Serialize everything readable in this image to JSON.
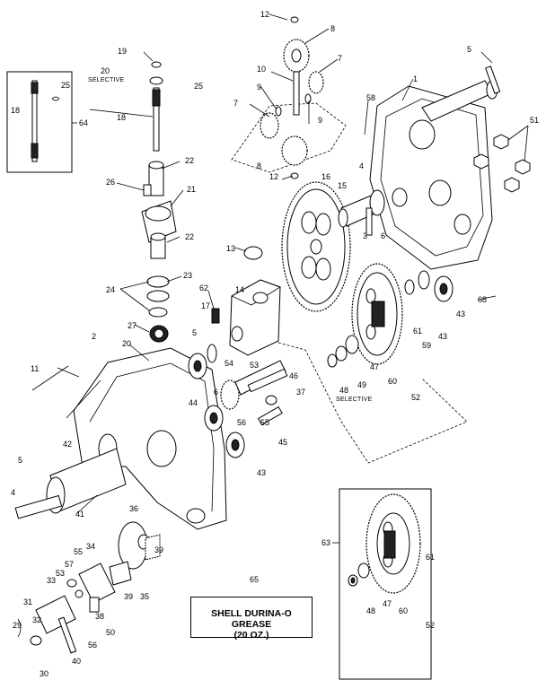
{
  "grease_note": {
    "callout": "65",
    "line1": "SHELL DURINA-O GREASE",
    "line2": "(20 OZ.)"
  },
  "selective_text": "SELECTIVE",
  "callouts": [
    {
      "id": "c-12a",
      "text": "12"
    },
    {
      "id": "c-8a",
      "text": "8"
    },
    {
      "id": "c-19",
      "text": "19"
    },
    {
      "id": "c-20",
      "text": "20"
    },
    {
      "id": "c-10",
      "text": "10"
    },
    {
      "id": "c-7a",
      "text": "7"
    },
    {
      "id": "c-5a",
      "text": "5"
    },
    {
      "id": "c-25a",
      "text": "25"
    },
    {
      "id": "c-25b",
      "text": "25"
    },
    {
      "id": "c-9a",
      "text": "9"
    },
    {
      "id": "c-9b",
      "text": "9"
    },
    {
      "id": "c-1",
      "text": "1"
    },
    {
      "id": "c-7b",
      "text": "7"
    },
    {
      "id": "c-58",
      "text": "58"
    },
    {
      "id": "c-18a",
      "text": "18"
    },
    {
      "id": "c-18b",
      "text": "18"
    },
    {
      "id": "c-64",
      "text": "64"
    },
    {
      "id": "c-51",
      "text": "51"
    },
    {
      "id": "c-8b",
      "text": "8"
    },
    {
      "id": "c-22a",
      "text": "22"
    },
    {
      "id": "c-4a",
      "text": "4"
    },
    {
      "id": "c-12b",
      "text": "12"
    },
    {
      "id": "c-16",
      "text": "16"
    },
    {
      "id": "c-26",
      "text": "26"
    },
    {
      "id": "c-15",
      "text": "15"
    },
    {
      "id": "c-21",
      "text": "21"
    },
    {
      "id": "c-22b",
      "text": "22"
    },
    {
      "id": "c-3",
      "text": "3"
    },
    {
      "id": "c-6a",
      "text": "6"
    },
    {
      "id": "c-13",
      "text": "13"
    },
    {
      "id": "c-23",
      "text": "23"
    },
    {
      "id": "c-68",
      "text": "68"
    },
    {
      "id": "c-24",
      "text": "24"
    },
    {
      "id": "c-62",
      "text": "62"
    },
    {
      "id": "c-14",
      "text": "14"
    },
    {
      "id": "c-43a",
      "text": "43"
    },
    {
      "id": "c-17",
      "text": "17"
    },
    {
      "id": "c-61a",
      "text": "61"
    },
    {
      "id": "c-43b",
      "text": "43"
    },
    {
      "id": "c-27",
      "text": "27"
    },
    {
      "id": "c-2",
      "text": "2"
    },
    {
      "id": "c-59",
      "text": "59"
    },
    {
      "id": "c-5b",
      "text": "5"
    },
    {
      "id": "c-20b",
      "text": "20"
    },
    {
      "id": "c-11",
      "text": "11"
    },
    {
      "id": "c-54",
      "text": "54"
    },
    {
      "id": "c-53",
      "text": "53"
    },
    {
      "id": "c-46",
      "text": "46"
    },
    {
      "id": "c-6b",
      "text": "6"
    },
    {
      "id": "c-47a",
      "text": "47"
    },
    {
      "id": "c-60a",
      "text": "60"
    },
    {
      "id": "c-52a",
      "text": "52"
    },
    {
      "id": "c-37",
      "text": "37"
    },
    {
      "id": "c-48a",
      "text": "48"
    },
    {
      "id": "c-49",
      "text": "49"
    },
    {
      "id": "c-44",
      "text": "44"
    },
    {
      "id": "c-56a",
      "text": "56"
    },
    {
      "id": "c-55a",
      "text": "55"
    },
    {
      "id": "c-42",
      "text": "42"
    },
    {
      "id": "c-45",
      "text": "45"
    },
    {
      "id": "c-5c",
      "text": "5"
    },
    {
      "id": "c-43c",
      "text": "43"
    },
    {
      "id": "c-4b",
      "text": "4"
    },
    {
      "id": "c-41",
      "text": "41"
    },
    {
      "id": "c-36",
      "text": "36"
    },
    {
      "id": "c-63",
      "text": "63"
    },
    {
      "id": "c-61b",
      "text": "61"
    },
    {
      "id": "c-57",
      "text": "57"
    },
    {
      "id": "c-55b",
      "text": "55"
    },
    {
      "id": "c-34",
      "text": "34"
    },
    {
      "id": "c-39a",
      "text": "39"
    },
    {
      "id": "c-53b",
      "text": "53"
    },
    {
      "id": "c-33",
      "text": "33"
    },
    {
      "id": "c-39b",
      "text": "39"
    },
    {
      "id": "c-35",
      "text": "35"
    },
    {
      "id": "c-31",
      "text": "31"
    },
    {
      "id": "c-38",
      "text": "38"
    },
    {
      "id": "c-48b",
      "text": "48"
    },
    {
      "id": "c-47b",
      "text": "47"
    },
    {
      "id": "c-60b",
      "text": "60"
    },
    {
      "id": "c-32",
      "text": "32"
    },
    {
      "id": "c-50",
      "text": "50"
    },
    {
      "id": "c-29",
      "text": "29"
    },
    {
      "id": "c-56b",
      "text": "56"
    },
    {
      "id": "c-52b",
      "text": "52"
    },
    {
      "id": "c-40",
      "text": "40"
    },
    {
      "id": "c-30",
      "text": "30"
    }
  ]
}
